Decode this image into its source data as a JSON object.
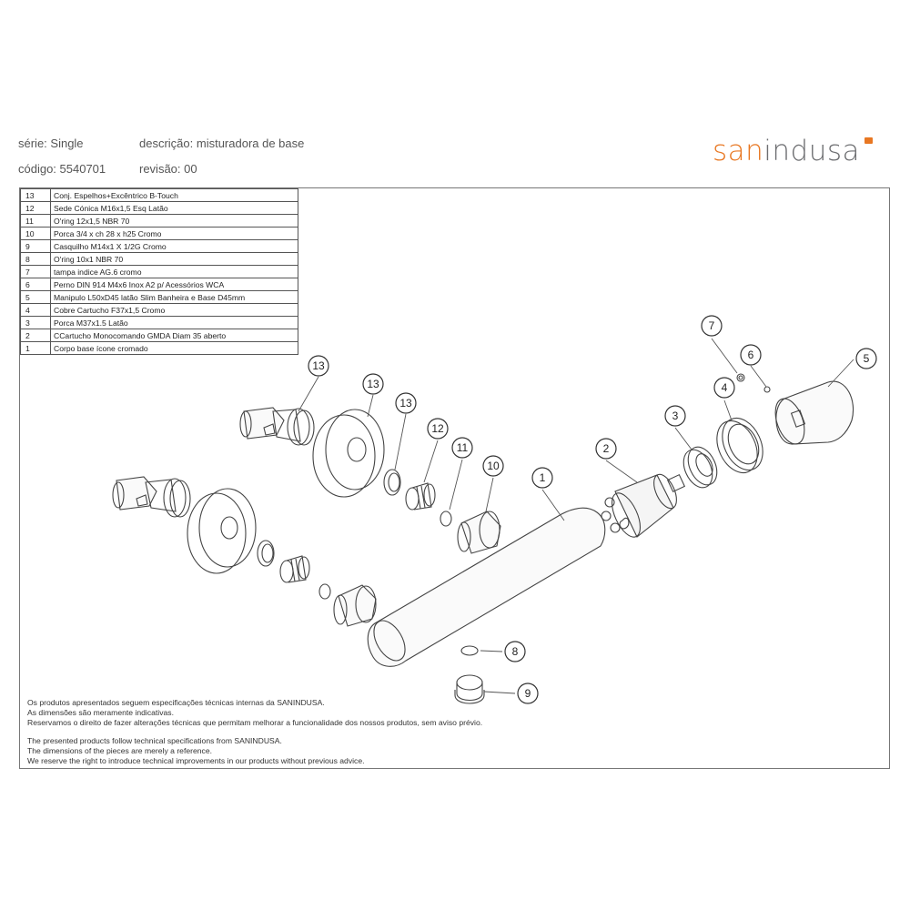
{
  "header": {
    "serie": "série: Single",
    "descricao": "descrição: misturadora de base",
    "codigo": "código: 5540701",
    "revisao": "revisão: 00"
  },
  "logo": {
    "part1": "san",
    "part2": "indusa"
  },
  "parts": [
    {
      "num": "13",
      "desc": "Conj. Espelhos+Excêntrico B-Touch"
    },
    {
      "num": "12",
      "desc": "Sede Cónica M16x1,5 Esq Latão"
    },
    {
      "num": "11",
      "desc": "O'ring 12x1,5 NBR 70"
    },
    {
      "num": "10",
      "desc": "Porca 3/4 x ch 28 x h25 Cromo"
    },
    {
      "num": "9",
      "desc": "Casquilho M14x1 X 1/2G Cromo"
    },
    {
      "num": "8",
      "desc": "O'ring 10x1 NBR 70"
    },
    {
      "num": "7",
      "desc": "tampa indice AG.6 cromo"
    },
    {
      "num": "6",
      "desc": "Perno DIN 914 M4x6 Inox A2 p/ Acessórios WCA"
    },
    {
      "num": "5",
      "desc": "Manipulo L50xD45 latão Slim Banheira e Base  D45mm"
    },
    {
      "num": "4",
      "desc": "Cobre Cartucho F37x1,5 Cromo"
    },
    {
      "num": "3",
      "desc": "Porca M37x1.5 Latão"
    },
    {
      "num": "2",
      "desc": "CCartucho Monocomando GMDA Diam 35 aberto"
    },
    {
      "num": "1",
      "desc": "Corpo base ícone cromado"
    }
  ],
  "callouts": [
    "13",
    "13",
    "13",
    "12",
    "11",
    "10",
    "1",
    "2",
    "3",
    "4",
    "7",
    "6",
    "5",
    "8",
    "9"
  ],
  "notes": {
    "pt": [
      "Os produtos apresentados seguem especificações técnicas internas da SANINDUSA.",
      "As dimensões são meramente indicativas.",
      "Reservamos o direito de fazer alterações técnicas que permitam melhorar a funcionalidade dos nossos produtos, sem aviso prévio."
    ],
    "en": [
      "The presented products follow technical specifications from SANINDUSA.",
      "The dimensions of the pieces are merely a reference.",
      "We reserve the right to introduce technical improvements in our products without previous advice."
    ]
  },
  "colors": {
    "brand_orange": "#e87722",
    "brand_gray": "#6d6e71"
  }
}
